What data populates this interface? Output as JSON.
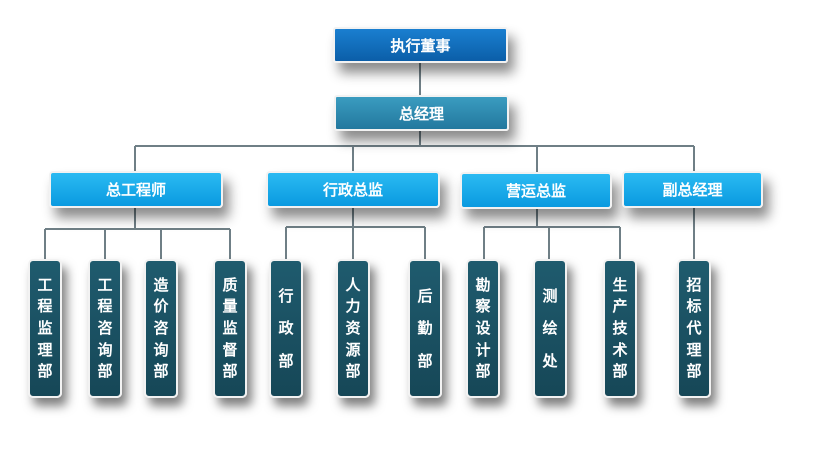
{
  "chairman": "执行董事",
  "gm": "总经理",
  "directors": [
    "总工程师",
    "行政总监",
    "营运总监",
    "副总经理"
  ],
  "departments": [
    "工程监理部",
    "工程咨询部",
    "造价咨询部",
    "质量监督部",
    "行政部",
    "人力资源部",
    "后勤部",
    "勘察设计部",
    "测绘处",
    "生产技术部",
    "招标代理部"
  ]
}
